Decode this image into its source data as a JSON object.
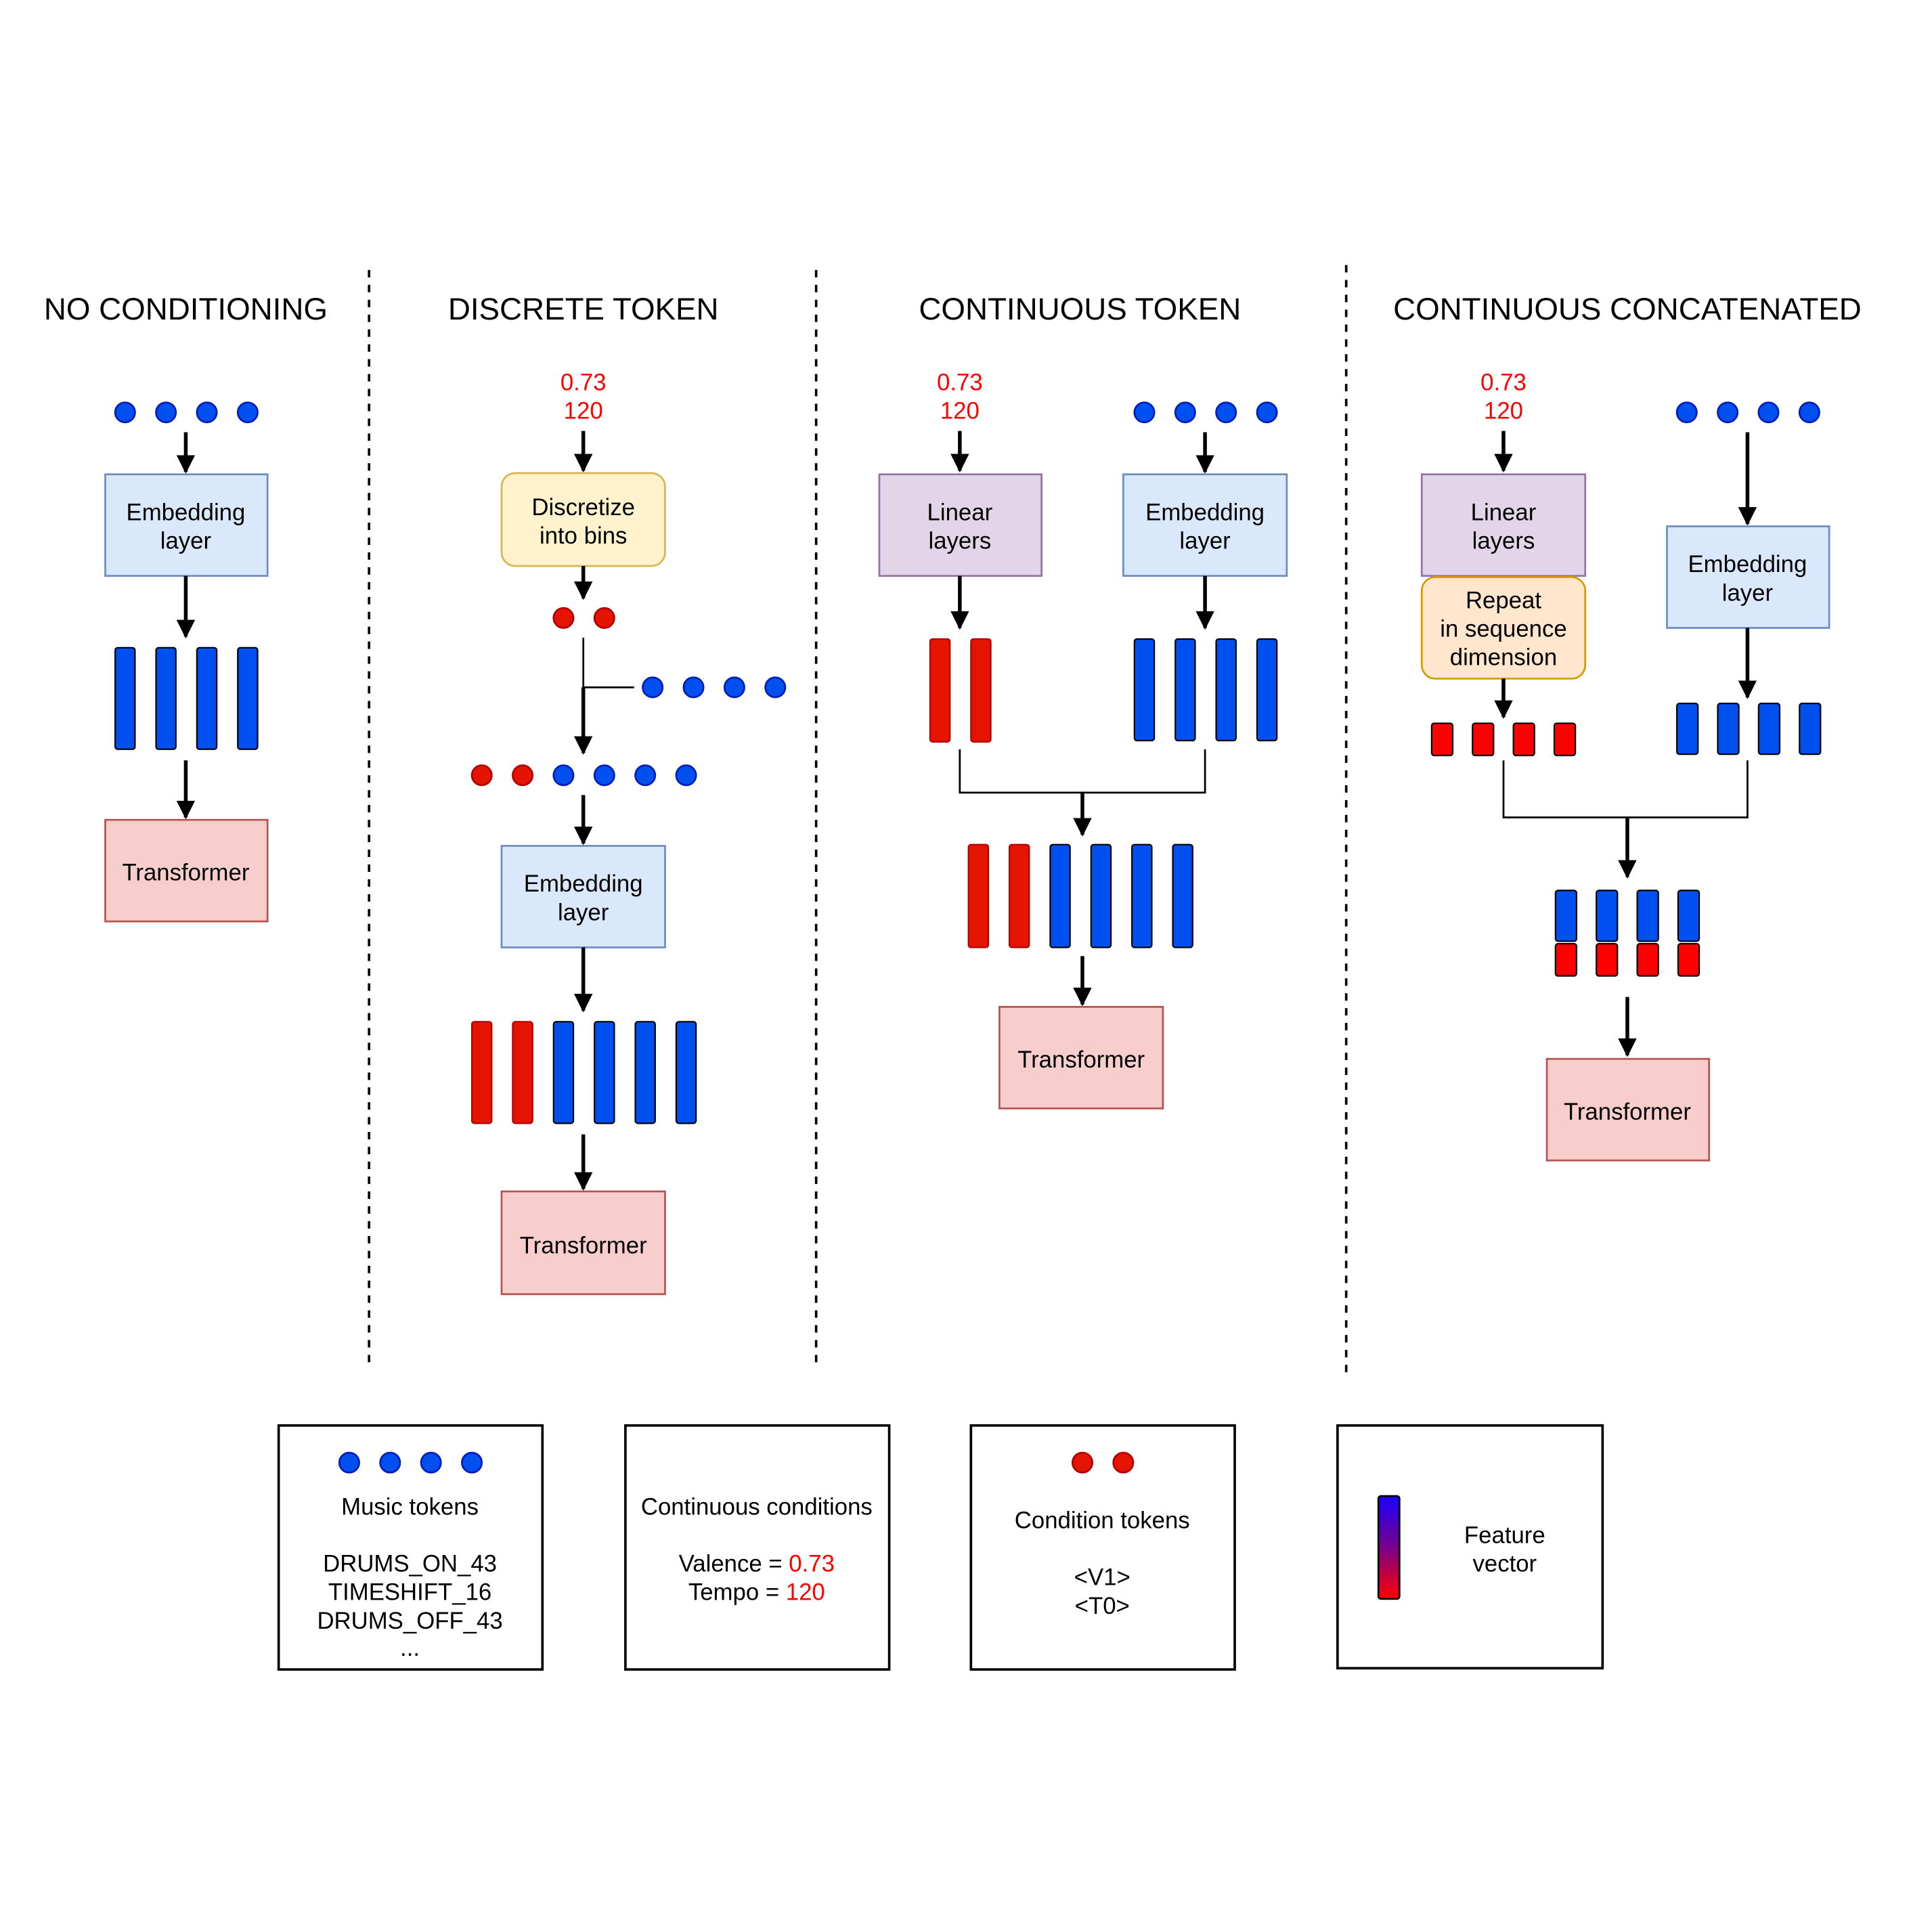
{
  "titles": {
    "no_conditioning": "NO CONDITIONING",
    "discrete_token": "DISCRETE TOKEN",
    "continuous_token": "CONTINUOUS TOKEN",
    "continuous_concatenated": "CONTINUOUS CONCATENATED"
  },
  "inputs": {
    "valence": "0.73",
    "tempo": "120"
  },
  "nodes": {
    "embedding_line1": "Embedding",
    "embedding_line2": "layer",
    "discretize_line1": "Discretize",
    "discretize_line2": "into bins",
    "linear_line1": "Linear",
    "linear_line2": "layers",
    "repeat_line1": "Repeat",
    "repeat_line2": "in sequence",
    "repeat_line3": "dimension",
    "transformer": "Transformer"
  },
  "legend": {
    "music_tokens": {
      "title": "Music tokens",
      "examples": [
        "DRUMS_ON_43",
        "TIMESHIFT_16",
        "DRUMS_OFF_43",
        "..."
      ]
    },
    "continuous_conditions": {
      "title": "Continuous conditions",
      "valence_label": "Valence = ",
      "valence_value": "0.73",
      "tempo_label": "Tempo = ",
      "tempo_value": "120"
    },
    "condition_tokens": {
      "title": "Condition tokens",
      "examples": [
        "<V1>",
        "<T0>"
      ]
    },
    "feature_vector": {
      "line1": "Feature",
      "line2": "vector"
    }
  },
  "colors": {
    "music_token": "#0050ef",
    "condition_token": "#e51400",
    "embedding_fill": "#dae8fc",
    "embedding_stroke": "#6c8ebf",
    "linear_fill": "#e1d5e7",
    "linear_stroke": "#9673a6",
    "discretize_fill": "#fff2cc",
    "discretize_stroke": "#d6b656",
    "repeat_fill": "#ffe6cc",
    "repeat_stroke": "#d79b00",
    "transformer_fill": "#f8cecc",
    "transformer_stroke": "#b85450",
    "condition_value_text": "#ff0000"
  }
}
